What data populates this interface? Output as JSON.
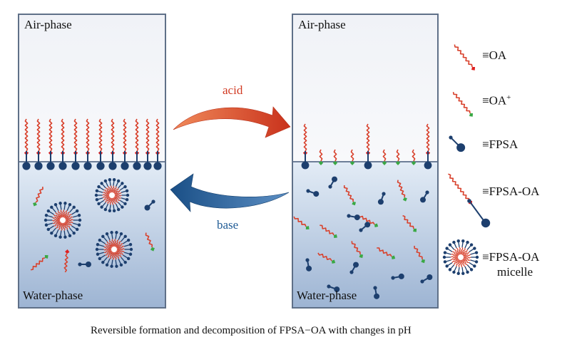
{
  "left_panel": {
    "air_label": "Air-phase",
    "water_label": "Water-phase"
  },
  "right_panel": {
    "air_label": "Air-phase",
    "water_label": "Water-phase"
  },
  "arrows": {
    "acid_label": "acid",
    "base_label": "base"
  },
  "legend": {
    "items": [
      {
        "label": "≡OA",
        "icon": "oa-molecule-icon"
      },
      {
        "label": "≡OA",
        "sup": "+",
        "icon": "oa-plus-molecule-icon"
      },
      {
        "label": "≡FPSA",
        "icon": "fpsa-molecule-icon"
      },
      {
        "label": "≡FPSA-OA",
        "icon": "fpsa-oa-complex-icon"
      },
      {
        "label": "≡FPSA-OA",
        "label2": "micelle",
        "icon": "fpsa-oa-micelle-icon"
      }
    ]
  },
  "caption": "Reversible formation and decomposition of FPSA−OA with changes in pH",
  "colors": {
    "oa_tail": "#d8412c",
    "oa_head": "#e02020",
    "oa_plus_head": "#3aa845",
    "fpsa": "#1d3f6e",
    "acid_arrow": "#d8452a",
    "base_arrow": "#1e5a94",
    "water_top": "#dbe6f3",
    "water_bottom": "#8fa9cb",
    "air": "#f4f6fa",
    "frame": "#5f7088"
  }
}
